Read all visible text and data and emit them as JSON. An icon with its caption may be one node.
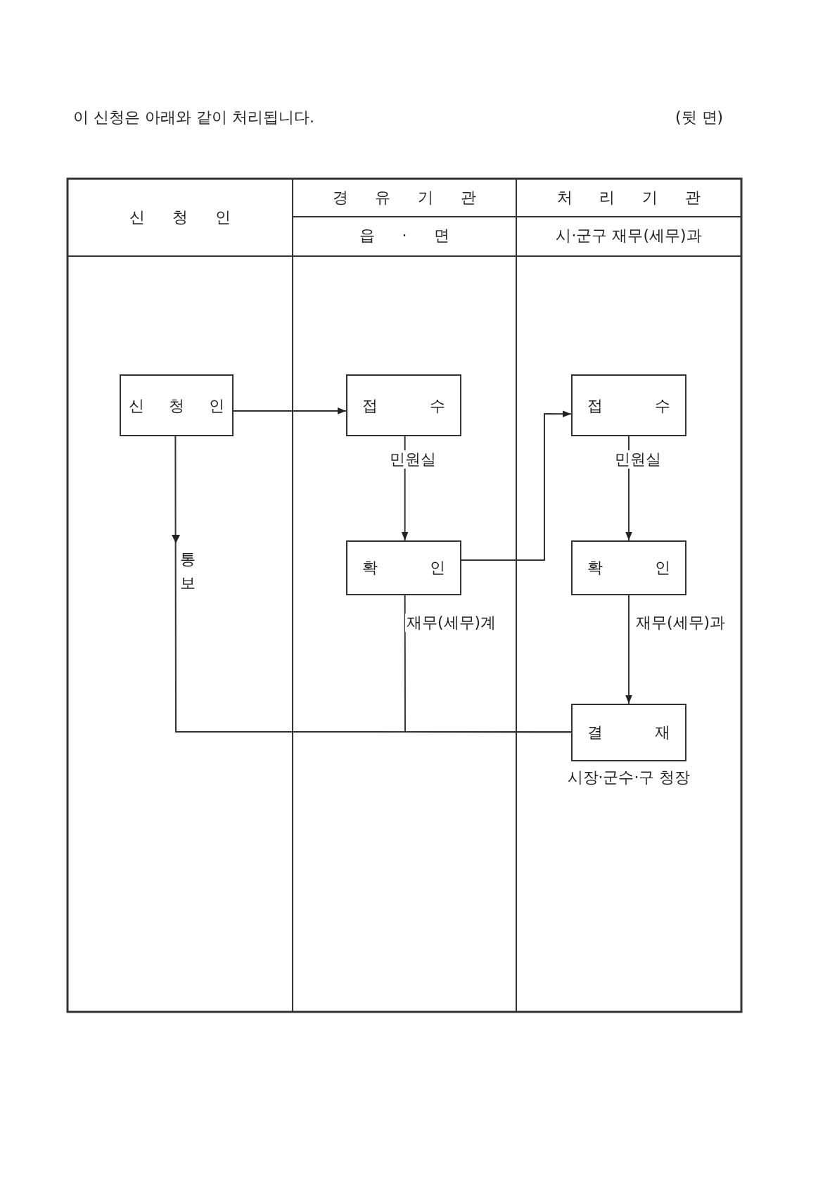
{
  "diagram": {
    "title": "이 신청은 아래와 같이 처리됩니다.",
    "nodes": [
      {
        "text": [
          "신 청 인"
        ]
      },
      {
        "text": [
          "접 수"
        ]
      },
      {
        "text": [
          "확 인"
        ]
      },
      {
        "text": [
          "접 수"
        ]
      },
      {
        "text": [
          "확 인"
        ]
      },
      {
        "text": [
          "결 재"
        ],
        "beside": [
          "시장·군수·구 청장"
        ]
      }
    ],
    "edges": [
      {
        "from": 0,
        "to": 5,
        "arrow": "to",
        "label": "통보"
      },
      {
        "from": 0,
        "to": 1,
        "arrow": "to"
      },
      {
        "from": 1,
        "to": 2,
        "arrow": "to",
        "label": "민원실"
      },
      {
        "from": 2,
        "to": 3,
        "arrow": "to"
      },
      {
        "from": 3,
        "to": 4,
        "arrow": "to",
        "label": "민원실"
      },
      {
        "from": 4,
        "to": 5,
        "arrow": "to",
        "label": "재무(세무)과"
      },
      {
        "from": 2,
        "to": 5,
        "arrow": "none",
        "label": "재무(세무)계"
      }
    ],
    "labels": [
      "(뒷 면)",
      "신 청 인",
      "경 유 기 관",
      "처 리 기 관",
      "읍 · 면",
      "시·군구 재무(세무)과"
    ]
  }
}
